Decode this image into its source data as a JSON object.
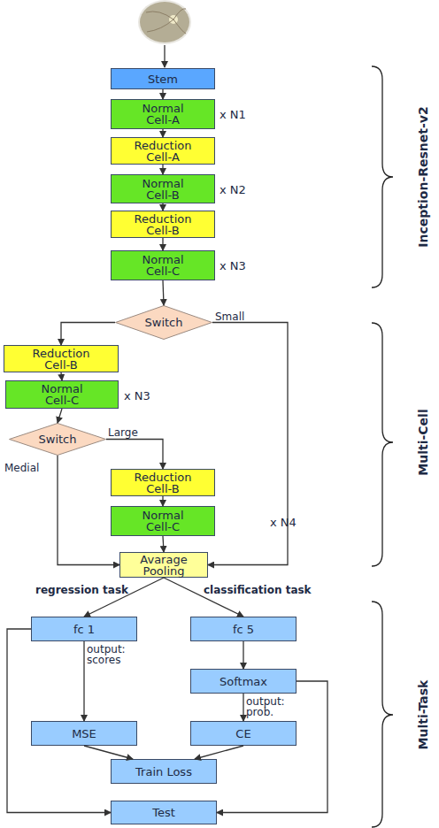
{
  "diagram": {
    "nodes": [
      {
        "text": [
          "Stem"
        ]
      },
      {
        "text": [
          "Normal Cell-A"
        ]
      },
      {
        "text": [
          "Reduction Cell-A"
        ]
      },
      {
        "text": [
          "Normal Cell-B"
        ]
      },
      {
        "text": [
          "Reduction Cell-B"
        ]
      },
      {
        "text": [
          "Normal Cell-C"
        ]
      },
      {
        "text": [
          "Switch"
        ]
      },
      {
        "text": [
          "Reduction Cell-B"
        ]
      },
      {
        "text": [
          "Normal Cell-C"
        ]
      },
      {
        "text": [
          "Switch"
        ]
      },
      {
        "text": [
          "Reduction Cell-B"
        ]
      },
      {
        "text": [
          "Normal Cell-C"
        ]
      },
      {
        "text": [
          "Avarage Pooling"
        ]
      },
      {
        "text": [
          "fc 1"
        ]
      },
      {
        "text": [
          "fc 5"
        ]
      },
      {
        "text": [
          "Softmax"
        ]
      },
      {
        "text": [
          "MSE"
        ]
      },
      {
        "text": [
          "CE"
        ]
      },
      {
        "text": [
          "Train Loss"
        ]
      },
      {
        "text": [
          "Test"
        ]
      }
    ],
    "edges": [
      {
        "from": 0,
        "to": 1,
        "arrow": "to"
      },
      {
        "from": 1,
        "to": 2,
        "arrow": "to"
      },
      {
        "from": 2,
        "to": 3,
        "arrow": "to"
      },
      {
        "from": 3,
        "to": 4,
        "arrow": "to"
      },
      {
        "from": 4,
        "to": 5,
        "arrow": "to"
      },
      {
        "from": 5,
        "to": 6,
        "arrow": "to"
      },
      {
        "from": 6,
        "to": 7,
        "arrow": "to"
      },
      {
        "from": 6,
        "to": 12,
        "label": "Small",
        "arrow": "to"
      },
      {
        "from": 7,
        "to": 8,
        "arrow": "to"
      },
      {
        "from": 8,
        "to": 9,
        "arrow": "to"
      },
      {
        "from": 9,
        "to": 10,
        "label": "Large",
        "arrow": "to"
      },
      {
        "from": 9,
        "to": 12,
        "label": "Medial",
        "arrow": "to"
      },
      {
        "from": 10,
        "to": 11,
        "arrow": "to"
      },
      {
        "from": 11,
        "to": 12,
        "arrow": "to"
      },
      {
        "from": 12,
        "to": 13,
        "label": "regression task",
        "arrow": "to"
      },
      {
        "from": 12,
        "to": 14,
        "label": "classification task",
        "arrow": "to"
      },
      {
        "from": 13,
        "to": 16,
        "label": "output: scores",
        "arrow": "to"
      },
      {
        "from": 13,
        "to": 19,
        "arrow": "to"
      },
      {
        "from": 14,
        "to": 15,
        "arrow": "to"
      },
      {
        "from": 15,
        "to": 17,
        "label": "output: prob.",
        "arrow": "to"
      },
      {
        "from": 15,
        "to": 19,
        "arrow": "to"
      },
      {
        "from": 16,
        "to": 18,
        "arrow": "to"
      },
      {
        "from": 17,
        "to": 18,
        "arrow": "to"
      }
    ],
    "labels": [
      "x N1",
      "x N2",
      "x N3",
      "x N3",
      "x N4",
      "Inception-Resnet-v2",
      "Multi-Cell",
      "Multi-Task"
    ]
  }
}
